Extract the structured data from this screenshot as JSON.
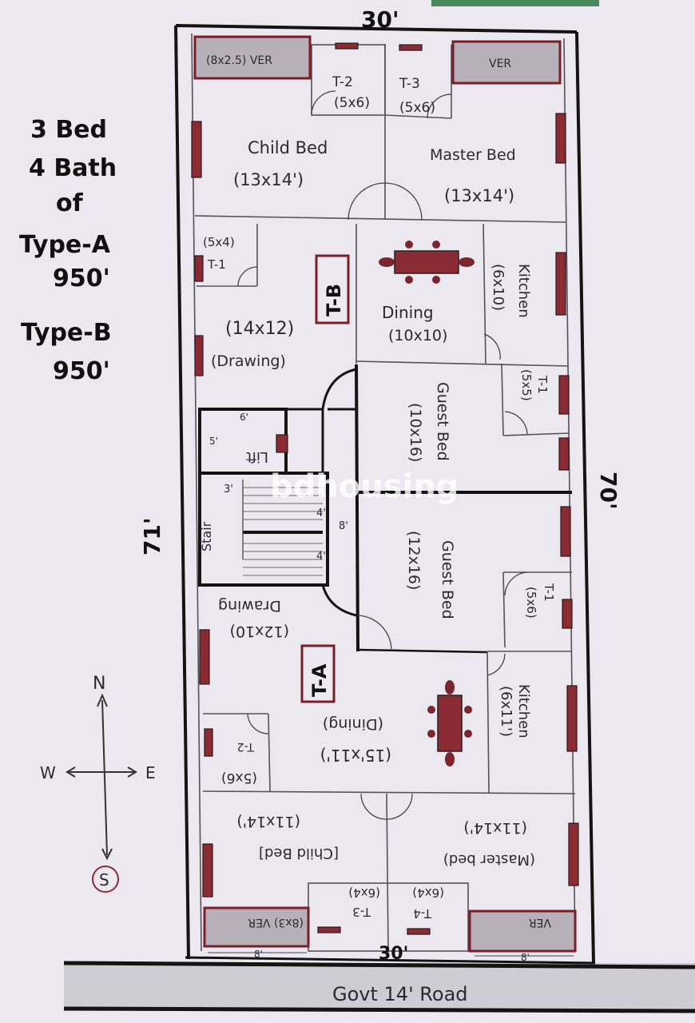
{
  "legend": {
    "line1": "3 Bed",
    "line2": "4 Bath",
    "line3": "of",
    "line4": "Type-A",
    "line5": "950'",
    "line6": "Type-B",
    "line7": "950'"
  },
  "dimensions": {
    "top": "30'",
    "bottom": "30'",
    "left": "71'",
    "right": "70'"
  },
  "road_label": "Govt 14' Road",
  "watermark": "bdhousing",
  "compass": {
    "n": "N",
    "s": "S",
    "e": "E",
    "w": "W"
  },
  "type_b_tag": "T-B",
  "type_a_tag": "T-A",
  "rooms": {
    "ver_top_left": "(8x2.5) VER",
    "ver_top_right": "VER",
    "t2_top": "T-2",
    "t2_top_size": "(5x6)",
    "t3_top": "T-3",
    "t3_top_size": "(5x6)",
    "child_bed_top": "Child Bed",
    "child_bed_top_size": "(13x14')",
    "master_bed_top": "Master Bed",
    "master_bed_top_size": "(13x14')",
    "t1_b_size": "(5x4)",
    "t1_b": "T-1",
    "drawing_b_size": "(14x12)",
    "drawing_b": "(Drawing)",
    "dining_b": "Dining",
    "dining_b_size": "(10x10)",
    "kitchen_b": "Kitchen",
    "kitchen_b_size": "(6x10)",
    "guest_bed_b": "Guest Bed",
    "guest_bed_b_size": "(10x16)",
    "t1_b2": "T-1",
    "t1_b2_size": "(5x5)",
    "lift": "Lift",
    "lift_w": "6'",
    "lift_d": "5'",
    "stair": "Stair",
    "stair_dim1": "4'",
    "stair_dim2": "4'",
    "stair_dim3": "8'",
    "stair_dim4": "3'",
    "guest_bed_a": "Guest Bed",
    "guest_bed_a_size": "(12x16)",
    "t1_a": "T-1",
    "t1_a_size": "(5x6)",
    "drawing_a": "Drawing",
    "drawing_a_size": "(12x10)",
    "dining_a": "(Dining)",
    "dining_a_size": "(15'x11')",
    "kitchen_a": "Kitchen",
    "kitchen_a_size": "(6x11')",
    "t2_a": "T-2",
    "t2_a_size": "(5x6)",
    "child_bed_a_size": "(11x14')",
    "child_bed_a": "[Child Bed]",
    "master_bed_a_size": "(11x14')",
    "master_bed_a": "(Master bed)",
    "t3_a": "T-3",
    "t3_a_size": "(6x4)",
    "t4_a": "T-4",
    "t4_a_size": "(6x4)",
    "ver_bottom_left": "(8x3) VER",
    "ver_bottom_right": "VER",
    "ver_dim_left": "8'",
    "ver_dim_right": "8'"
  }
}
